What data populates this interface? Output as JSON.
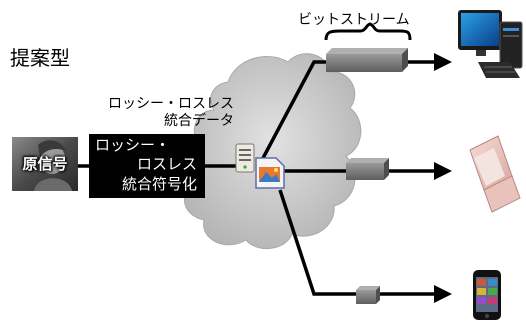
{
  "title": "提案型",
  "bitstream_label": "ビットストリーム",
  "merged_data_label": [
    "ロッシー・ロスレス",
    "統合データ"
  ],
  "source_label": "原信号",
  "encoder_label": [
    "ロッシー・",
    "ロスレス",
    "統合符号化"
  ],
  "icons": {
    "server": "server-icon",
    "image_file": "image-file-icon",
    "desktop": "desktop-pc-icon",
    "laptop": "laptop-icon",
    "phone": "smartphone-icon",
    "network": "network-cloud",
    "source_photo": "source-photo"
  },
  "streams": [
    {
      "target": "desktop",
      "size": "large"
    },
    {
      "target": "laptop",
      "size": "medium"
    },
    {
      "target": "phone",
      "size": "small"
    }
  ],
  "colors": {
    "cloud": "#c8c8c8",
    "stream_bar": "#7a7a7a",
    "encoder_bg": "#000000",
    "line": "#000000"
  }
}
